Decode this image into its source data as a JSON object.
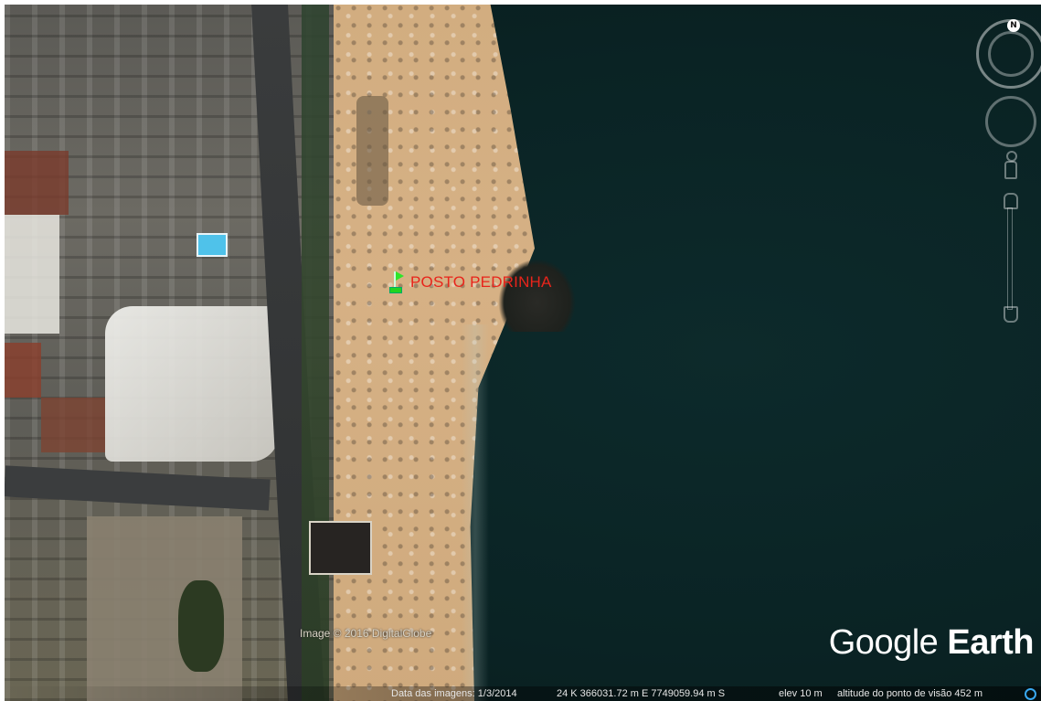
{
  "app": {
    "logo_light": "Google",
    "logo_bold": "Earth"
  },
  "placemark": {
    "label": "POSTO PEDRINHA",
    "icon": "green-flag-icon"
  },
  "imagery_credit": "Image © 2016 DigitalGlobe",
  "navigation": {
    "compass_north": "N"
  },
  "status_bar": {
    "date": "Data das imagens: 1/3/2014",
    "coords": "24 K 366031.72 m E 7749059.94 m S",
    "elev": "elev   10 m",
    "eye_alt": "altitude do ponto de visão   452 m"
  },
  "colors": {
    "placemark_label": "#e8241b",
    "placemark_flag": "#2ee52a",
    "water": "#0a2324",
    "sand": "#d2ad80"
  }
}
